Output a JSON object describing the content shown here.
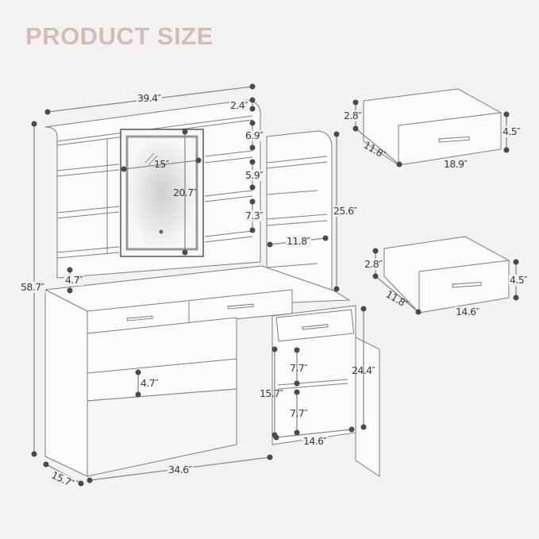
{
  "title": "PRODUCT SIZE",
  "colors": {
    "background": "#f2f2f2",
    "title": "#d2beb6",
    "line": "#8a8a8a",
    "dot": "#4a4a4a",
    "text": "#3a3a3a"
  },
  "main_unit": {
    "overall_width": "39.4″",
    "top_cap_height": "2.4″",
    "overall_height": "58.7″",
    "hutch_bottom_gap": "4.7″",
    "mirror_width": "15″",
    "mirror_height": "20.7″",
    "shelf_gap_1": "6.9″",
    "shelf_gap_2": "5.9″",
    "shelf_gap_3": "7.3″",
    "side_hutch_height": "25.6″",
    "side_hutch_depth": "11.8″",
    "knee_space_height": "4.7″",
    "desk_width": "34.6″",
    "desk_depth": "15.7″",
    "cabinet_height": "24.4″",
    "cabinet_inner_height": "15.7″",
    "cabinet_shelf_gap_1": "7.7″",
    "cabinet_shelf_gap_2": "7.7″",
    "cabinet_width": "14.6″"
  },
  "large_drawer": {
    "inner_height": "2.8″",
    "front_height": "4.5″",
    "depth": "11.8″",
    "width": "18.9″"
  },
  "small_drawer": {
    "inner_height": "2.8″",
    "front_height": "4.5″",
    "depth": "11.8″",
    "width": "14.6″"
  }
}
